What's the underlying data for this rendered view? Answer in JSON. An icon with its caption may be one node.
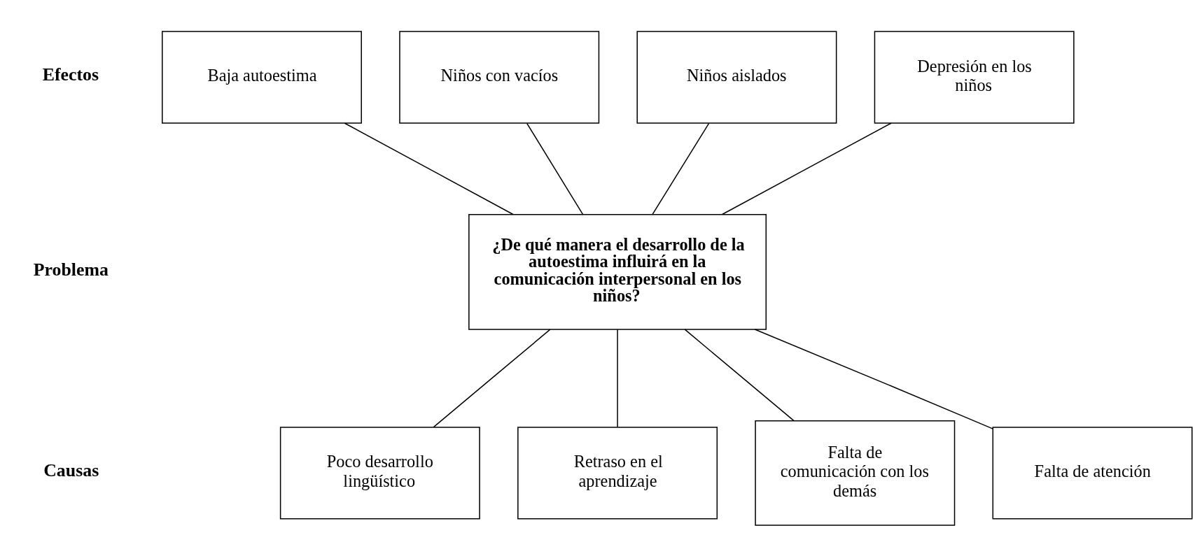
{
  "diagram": {
    "nodes": [
      {
        "text": [
          "Baja autoestima"
        ]
      },
      {
        "text": [
          "Niños con vacíos"
        ]
      },
      {
        "text": [
          "Niños aislados"
        ]
      },
      {
        "text": [
          "Depresión en los niños"
        ]
      },
      {
        "text": [
          "¿De qué manera el desarrollo de la autoestima influirá en la comunicación interpersonal en los niños?"
        ]
      },
      {
        "text": [
          "Poco desarrollo lingüístico"
        ]
      },
      {
        "text": [
          "Retraso en el aprendizaje"
        ]
      },
      {
        "text": [
          "Falta de comunicación con los demás"
        ]
      },
      {
        "text": [
          "Falta de atención"
        ]
      }
    ],
    "edges": [
      {
        "from": 0,
        "to": 4,
        "arrow": "none"
      },
      {
        "from": 1,
        "to": 4,
        "arrow": "none"
      },
      {
        "from": 2,
        "to": 4,
        "arrow": "none"
      },
      {
        "from": 3,
        "to": 4,
        "arrow": "none"
      },
      {
        "from": 4,
        "to": 5,
        "arrow": "none"
      },
      {
        "from": 4,
        "to": 6,
        "arrow": "none"
      },
      {
        "from": 4,
        "to": 7,
        "arrow": "none"
      },
      {
        "from": 4,
        "to": 8,
        "arrow": "none"
      }
    ],
    "labels": [
      "Efectos",
      "Problema",
      "Causas"
    ]
  }
}
